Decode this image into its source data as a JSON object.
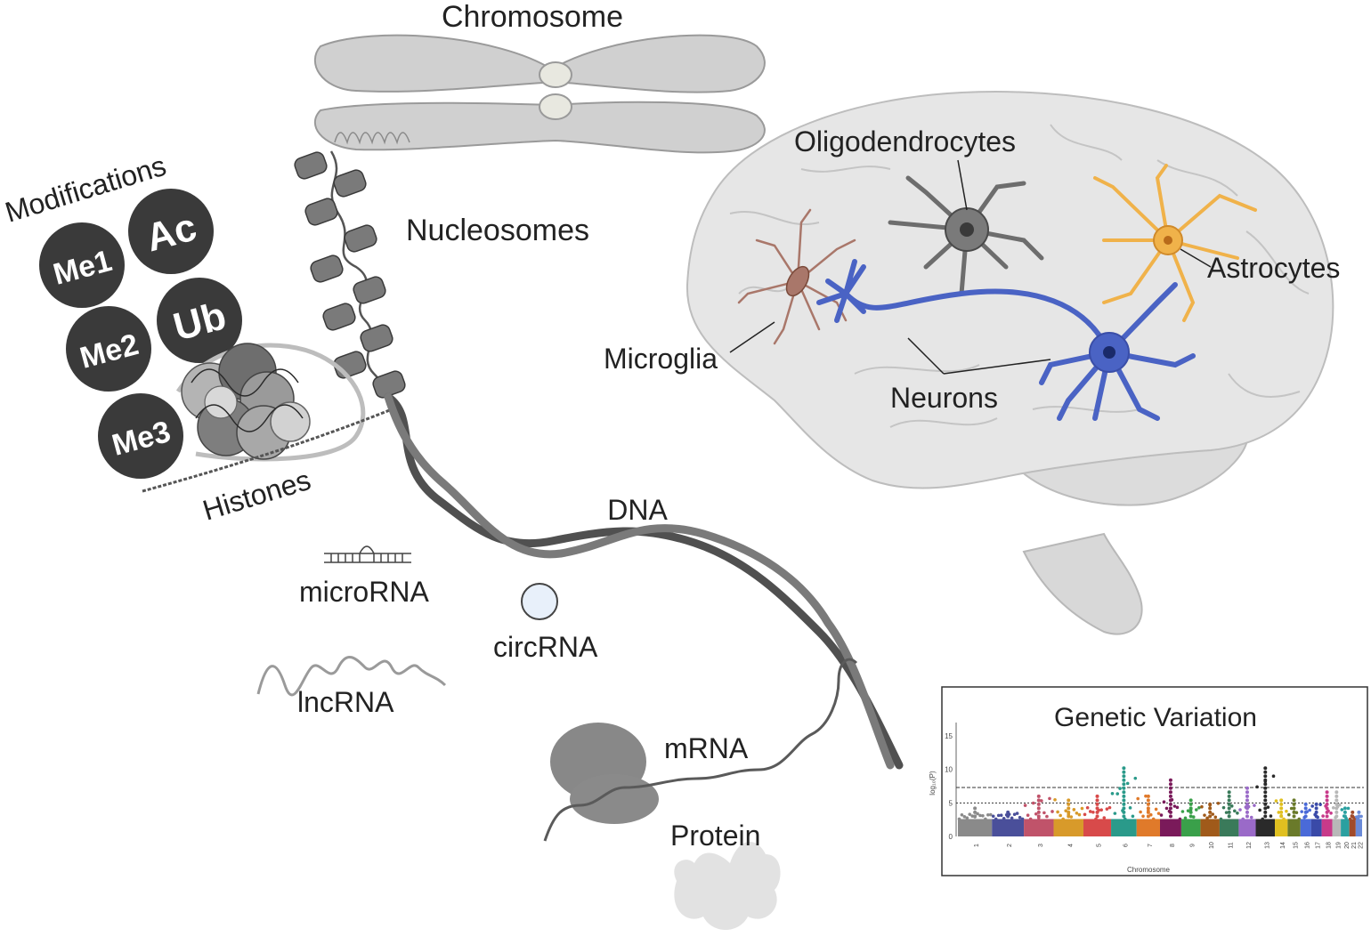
{
  "labels": {
    "chromosome": "Chromosome",
    "modifications": "Modifications",
    "nucleosomes": "Nucleosomes",
    "histones": "Histones",
    "dna": "DNA",
    "microrna": "microRNA",
    "circrna": "circRNA",
    "lncrna": "lncRNA",
    "mrna": "mRNA",
    "protein": "Protein",
    "oligodendrocytes": "Oligodendrocytes",
    "astrocytes": "Astrocytes",
    "microglia": "Microglia",
    "neurons": "Neurons"
  },
  "modifications": [
    "Me1",
    "Ac",
    "Me2",
    "Ub",
    "Me3"
  ],
  "colors": {
    "neuron": "#4a63c4",
    "astrocyte": "#f0b24a",
    "oligodendrocyte": "#6d6d6d",
    "microglia": "#a9776a",
    "brain": "#e6e6e6",
    "modification_circle": "#3a3a3a",
    "dna": "#555555"
  },
  "manhattan": {
    "title": "Genetic Variation",
    "ylabel": "log₁₀(P)",
    "xlabel": "Chromosome",
    "yticks": [
      "0",
      "5",
      "10",
      "15"
    ],
    "chromosomes": [
      "1",
      "2",
      "3",
      "4",
      "5",
      "6",
      "7",
      "8",
      "9",
      "10",
      "11",
      "12",
      "13",
      "14",
      "15",
      "16",
      "17",
      "18",
      "19",
      "20",
      "21",
      "22"
    ]
  },
  "chart_data": {
    "type": "scatter",
    "title": "Genetic Variation",
    "xlabel": "Chromosome",
    "ylabel": "log₁₀(P)",
    "ylim": [
      0,
      17
    ],
    "thresholds": [
      7.3,
      5
    ],
    "categories": [
      "1",
      "2",
      "3",
      "4",
      "5",
      "6",
      "7",
      "8",
      "9",
      "10",
      "11",
      "12",
      "13",
      "14",
      "15",
      "16",
      "17",
      "18",
      "19",
      "20",
      "21",
      "22"
    ],
    "colors": [
      "#8a8a8a",
      "#4a4f9a",
      "#c0536a",
      "#d89a2a",
      "#d84a4a",
      "#2a9a8a",
      "#e07a2a",
      "#7a1a5a",
      "#3aa04a",
      "#a05a1a",
      "#3a7a5a",
      "#9a6ac8",
      "#2a2a2a",
      "#e0c020",
      "#6a7a2a",
      "#4a6ad8",
      "#3a4aa8",
      "#c83a8a",
      "#b8b8b8",
      "#2aa0a0",
      "#a04a2a",
      "#6a8ad8"
    ],
    "max_values": [
      4.2,
      4.0,
      6.0,
      5.8,
      6.0,
      10.2,
      6.4,
      8.4,
      5.4,
      5.2,
      7.0,
      7.2,
      10.6,
      5.6,
      5.8,
      4.8,
      5.0,
      7.0,
      6.8,
      4.6,
      3.8,
      3.6
    ]
  }
}
